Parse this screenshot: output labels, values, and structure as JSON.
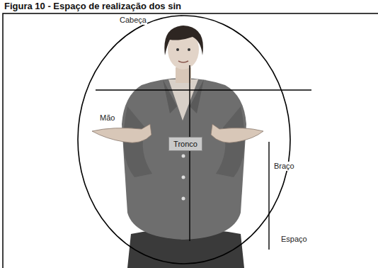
{
  "diagram": {
    "title": "Figura 10 - Espaço de realização dos sin",
    "nodes": [
      {
        "text": [
          "Tronco"
        ]
      }
    ],
    "labels": [
      "Cabeça",
      "Mão",
      "Braço",
      "Espaço"
    ]
  }
}
